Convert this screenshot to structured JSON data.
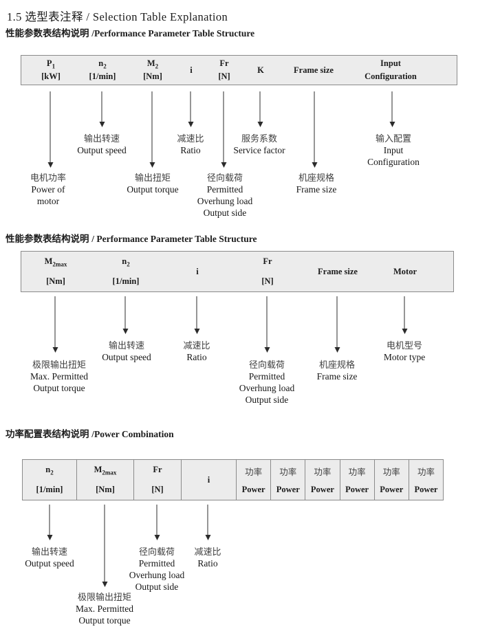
{
  "page_title": "1.5 选型表注释 / Selection Table Explanation",
  "section1": {
    "heading": {
      "zh": "性能参数表结构说明 ",
      "en": "/Performance Parameter Table Structure"
    },
    "columns": {
      "p1": {
        "base": "P",
        "sub": "1",
        "unit": "[kW]"
      },
      "n2": {
        "base": "n",
        "sub": "2",
        "unit": "[1/min]"
      },
      "m2": {
        "base": "M",
        "sub": "2",
        "unit": "[Nm]"
      },
      "i": {
        "label": "i"
      },
      "fr": {
        "base": "Fr",
        "unit": "[N]"
      },
      "k": {
        "label": "K"
      },
      "frame": {
        "label": "Frame size"
      },
      "input": {
        "line1": "Input",
        "line2": "Configuration"
      }
    },
    "callouts": {
      "output_speed": {
        "lines": [
          "输出转速",
          "Output speed"
        ]
      },
      "ratio": {
        "lines": [
          "减速比",
          "Ratio"
        ]
      },
      "service_factor": {
        "lines": [
          "服务系数",
          "Service factor"
        ]
      },
      "input_config": {
        "lines": [
          "输入配置",
          "Input",
          "Configuration"
        ]
      },
      "power_of_motor": {
        "lines": [
          "电机功率",
          "Power of",
          "motor"
        ]
      },
      "output_torque": {
        "lines": [
          "输出扭矩",
          "Output torque"
        ]
      },
      "overhung_load": {
        "lines": [
          "径向载荷",
          "Permitted",
          "Overhung load",
          "Output side"
        ]
      },
      "frame_size": {
        "lines": [
          "机座规格",
          "Frame size"
        ]
      }
    }
  },
  "section2": {
    "heading": {
      "zh": "性能参数表结构说明 ",
      "en": "/ Performance Parameter Table Structure"
    },
    "columns": {
      "m2max": {
        "base": "M",
        "sub": "2max",
        "unit": "[Nm]"
      },
      "n2": {
        "base": "n",
        "sub": "2",
        "unit": "[1/min]"
      },
      "i": {
        "label": "i"
      },
      "fr": {
        "base": "Fr",
        "unit": "[N]"
      },
      "frame": {
        "label": "Frame size"
      },
      "motor": {
        "label": "Motor"
      }
    },
    "callouts": {
      "max_torque": {
        "lines": [
          "极限输出扭矩",
          "Max. Permitted",
          "Output  torque"
        ]
      },
      "output_speed": {
        "lines": [
          "输出转速",
          "Output speed"
        ]
      },
      "ratio": {
        "lines": [
          "减速比",
          "Ratio"
        ]
      },
      "overhung_load": {
        "lines": [
          "径向载荷",
          "Permitted",
          "Overhung load",
          "Output side"
        ]
      },
      "frame_size": {
        "lines": [
          "机座规格",
          "Frame size"
        ]
      },
      "motor_type": {
        "lines": [
          "电机型号",
          "Motor type"
        ]
      }
    }
  },
  "section3": {
    "heading": {
      "zh": "功率配置表结构说明 ",
      "en": "/Power Combination"
    },
    "columns": {
      "n2": {
        "base": "n",
        "sub": "2",
        "unit": "[1/min]"
      },
      "m2max": {
        "base": "M",
        "sub": "2max",
        "unit": "[Nm]"
      },
      "fr": {
        "base": "Fr",
        "unit": "[N]"
      },
      "i": {
        "label": "i"
      }
    },
    "power_column": {
      "zh": "功率",
      "en": "Power"
    },
    "power_column_count": 6,
    "callouts": {
      "output_speed": {
        "lines": [
          "输出转速",
          "Output speed"
        ]
      },
      "max_torque": {
        "lines": [
          "极限输出扭矩",
          "Max. Permitted",
          "Output  torque"
        ]
      },
      "overhung_load": {
        "lines": [
          "径向载荷",
          "Permitted",
          "Overhung load",
          "Output side"
        ]
      },
      "ratio": {
        "lines": [
          "减速比",
          "Ratio"
        ]
      }
    }
  }
}
